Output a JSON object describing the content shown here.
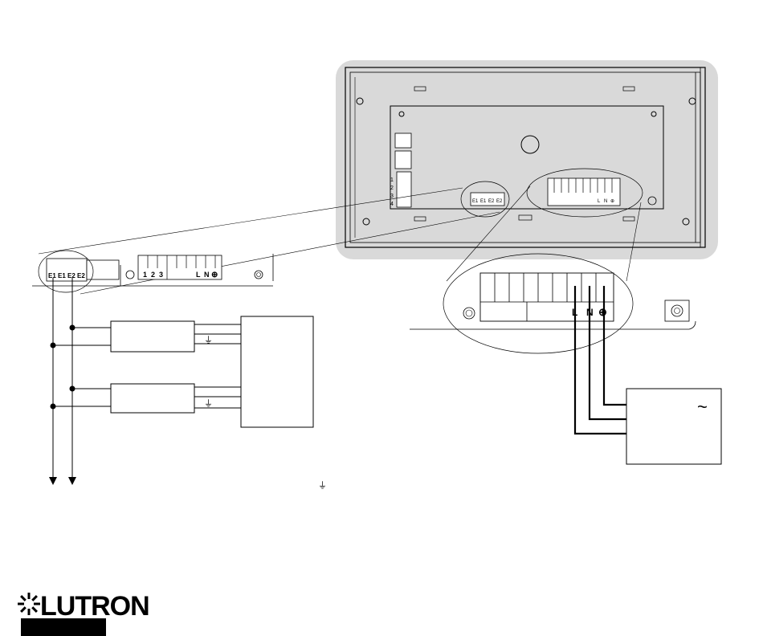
{
  "brand": {
    "name": "LUTRON"
  },
  "small_terminal_strip": {
    "emergency_labels": [
      "E1",
      "E1",
      "E2",
      "E2"
    ],
    "control_labels": [
      "1",
      "2",
      "3"
    ],
    "power_labels": [
      "L",
      "N",
      "⊕"
    ]
  },
  "enlarged_terminal_strip": {
    "power_labels": [
      "L",
      "N",
      "⊕"
    ]
  },
  "panel": {
    "side_terminal_labels": [
      "1",
      "2",
      "3",
      "4"
    ],
    "emergency_labels": [
      "E1",
      "E1",
      "E2",
      "E2"
    ],
    "power_labels": [
      "L",
      "N",
      "⊕"
    ]
  },
  "symbols": {
    "ac_supply": "~",
    "ground": "⏚"
  },
  "colors": {
    "panel_background": "#d9d9d9",
    "line": "#000000",
    "background": "#ffffff"
  }
}
